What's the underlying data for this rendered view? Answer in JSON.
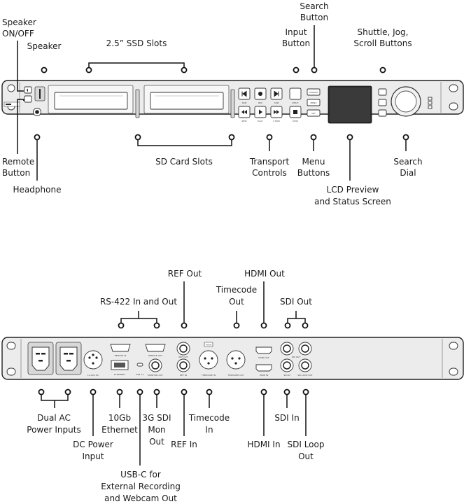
{
  "front": {
    "labels": {
      "speaker_onoff": [
        "Speaker",
        "ON/OFF"
      ],
      "speaker": "Speaker",
      "ssd_slots": "2.5” SSD Slots",
      "input_button": [
        "Input",
        "Button"
      ],
      "search_button": [
        "Search",
        "Button"
      ],
      "shuttle_buttons": [
        "Shuttle, Jog,",
        "Scroll Buttons"
      ],
      "remote_button": [
        "Remote",
        "Button"
      ],
      "headphone": "Headphone",
      "sd_card_slots": "SD Card Slots",
      "transport_controls": [
        "Transport",
        "Controls"
      ],
      "menu_buttons": [
        "Menu",
        "Buttons"
      ],
      "lcd_preview": [
        "LCD Preview",
        "and Status Screen"
      ],
      "search_dial": [
        "Search",
        "Dial"
      ]
    },
    "panel_text": {
      "rew": "REW",
      "rec": "REC",
      "skip_left": "SKIP",
      "skip_right": "SKIP",
      "play": "PLAY",
      "two_fwd": "2 FWD",
      "stop": "STOP",
      "input": "INPUT",
      "search": "SEARCH",
      "menu": "MENU",
      "set": "SET"
    }
  },
  "rear": {
    "labels": {
      "ref_out": "REF Out",
      "rs422": "RS-422 In and Out",
      "timecode_out": [
        "Timecode",
        "Out"
      ],
      "hdmi_out": "HDMI Out",
      "sdi_out": "SDI Out",
      "dual_ac": [
        "Dual AC",
        "Power Inputs"
      ],
      "ethernet": [
        "10Gb",
        "Ethernet"
      ],
      "mon_out": [
        "3G SDI",
        "Mon",
        "Out"
      ],
      "ref_in": "REF In",
      "timecode_in": [
        "Timecode",
        "In"
      ],
      "dc_power": [
        "DC Power",
        "Input"
      ],
      "usbc": [
        "USB-C for",
        "External Recording",
        "and Webcam Out"
      ],
      "hdmi_in": "HDMI In",
      "sdi_in": "SDI In",
      "sdi_loop": [
        "SDI Loop",
        "Out"
      ]
    },
    "panel_text": {
      "remote_in": "REMOTE IN",
      "remote_out": "REMOTE OUT",
      "ethernet": "ETHERNET",
      "usb": "USB 3.1",
      "monitor_out": "MONITOR OUT",
      "ref_out": "REF OUT",
      "ref_in": "REF IN",
      "push": "PUSH",
      "timecode_in": "TIMECODE IN",
      "timecode_out": "TIMECODE OUT",
      "hdmi_out": "HDMI OUT",
      "hdmi_in": "HDMI IN",
      "sdi_out": "SDI OUT",
      "sdi_in": "SDI IN",
      "sdi_loop": "SDI LOOP OUT",
      "dc": "12-20V DC"
    }
  }
}
